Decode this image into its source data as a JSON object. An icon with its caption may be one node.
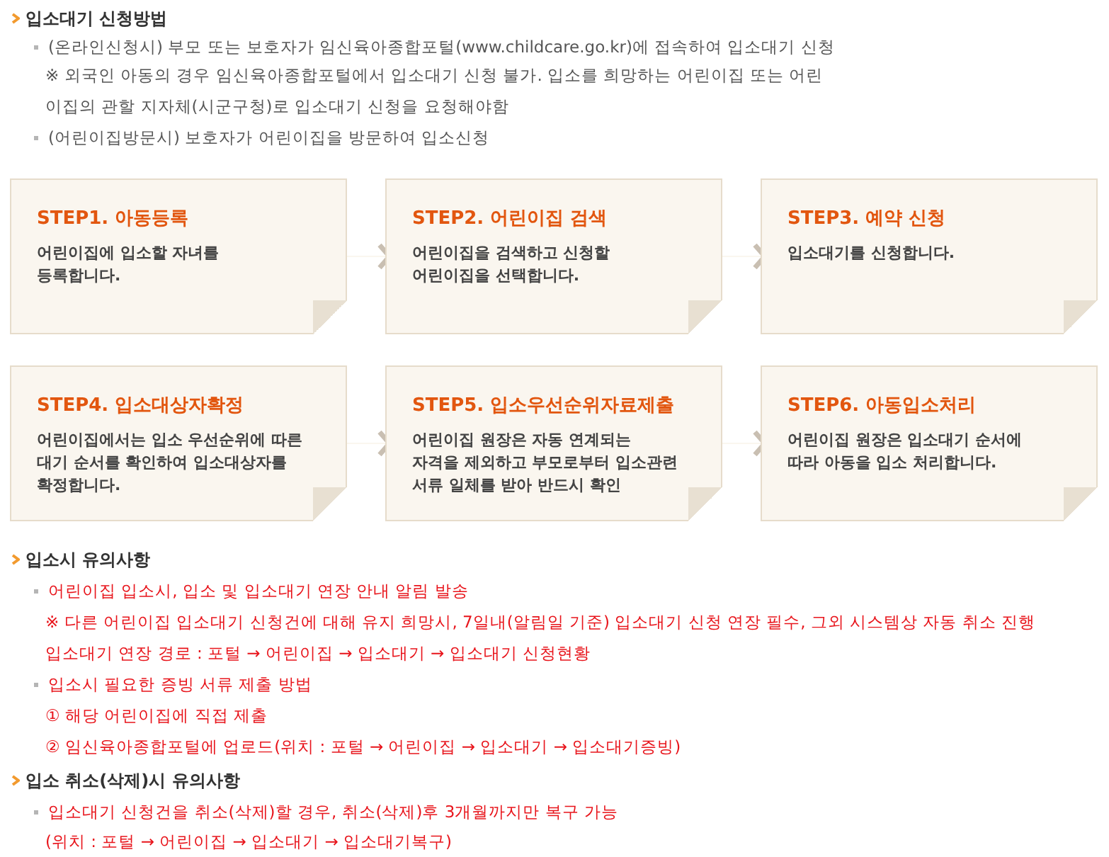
{
  "diagram": {
    "nodes": [
      {
        "text": [
          "STEP1. 아동등록",
          "어린이집에 입소할 자녀를 등록합니다."
        ]
      },
      {
        "text": [
          "STEP2. 어린이집 검색",
          "어린이집을 검색하고 신청할 어린이집을 선택합니다."
        ]
      },
      {
        "text": [
          "STEP3. 예약 신청",
          "입소대기를 신청합니다."
        ]
      },
      {
        "text": [
          "STEP4. 입소대상자확정",
          "어린이집에서는 입소 우선순위에 따른 대기 순서를 확인하여 입소대상자를 확정합니다."
        ]
      },
      {
        "text": [
          "STEP5. 입소우선순위자료제출",
          "어린이집 원장은 자동 연계되는 자격을 제외하고 부모로부터 입소관련 서류 일체를 받아 반드시 확인"
        ]
      },
      {
        "text": [
          "STEP6. 아동입소처리",
          "어린이집 원장은 입소대기 순서에 따라 아동을 입소 처리합니다."
        ]
      }
    ],
    "edges": [
      {
        "from": 0,
        "to": 1,
        "arrow": "to"
      },
      {
        "from": 1,
        "to": 2,
        "arrow": "to"
      },
      {
        "from": 3,
        "to": 4,
        "arrow": "to"
      },
      {
        "from": 4,
        "to": 5,
        "arrow": "to"
      }
    ],
    "labels": [
      "입소대기 신청방법",
      "(온라인신청시) 부모 또는 보호자가 임신육아종합포털(www.childcare.go.kr)에 접속하여 입소대기 신청",
      "※ 외국인 아동의 경우 임신육아종합포털에서 입소대기 신청 불가. 입소를 희망하는 어린이집 또는 어린이집의 관할 지자체(시군구청)로 입소대기 신청을 요청해야함",
      "(어린이집방문시) 보호자가 어린이집을 방문하여 입소신청",
      "입소시 유의사항",
      "어린이집 입소시, 입소 및 입소대기 연장 안내 알림 발송",
      "※ 다른 어린이집 입소대기 신청건에 대해 유지 희망시, 7일내(알림일 기준) 입소대기 신청 연장 필수, 그외 시스템상 자동 취소 진행",
      "입소대기 연장 경로 : 포털 → 어린이집 → 입소대기 → 입소대기 신청현황",
      "입소시 필요한 증빙 서류 제출 방법",
      "① 해당 어린이집에 직접 제출",
      "② 임신육아종합포털에 업로드(위치 : 포털 → 어린이집 → 입소대기 → 입소대기증빙)",
      "입소 취소(삭제)시 유의사항",
      "입소대기 신청건을 취소(삭제)할 경우, 취소(삭제)후 3개월까지만 복구 가능",
      "(위치 : 포털 → 어린이집 → 입소대기 → 입소대기복구)"
    ]
  }
}
